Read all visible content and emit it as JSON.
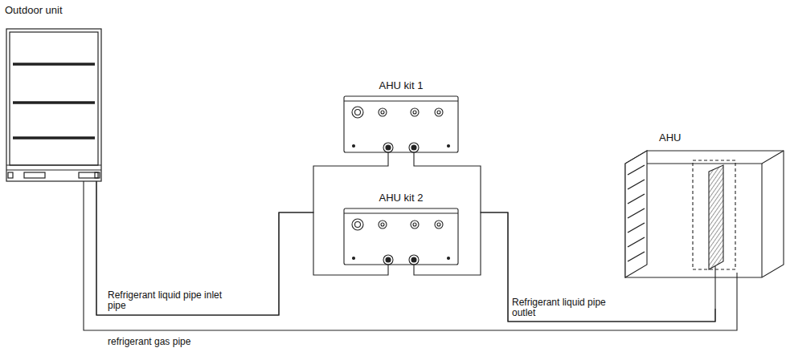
{
  "diagram": {
    "nodes": [
      {
        "text": [
          "Outdoor unit"
        ]
      },
      {
        "text": [
          "AHU kit 1"
        ]
      },
      {
        "text": [
          "AHU kit 2"
        ]
      },
      {
        "text": [
          "AHU"
        ]
      }
    ],
    "edges": [
      {
        "from": 0,
        "to": 1,
        "arrow": "none"
      },
      {
        "from": 0,
        "to": 2,
        "arrow": "none",
        "label": "Refrigerant liquid pipe inlet pipe"
      },
      {
        "from": 1,
        "to": 3,
        "arrow": "none"
      },
      {
        "from": 2,
        "to": 3,
        "arrow": "none",
        "label": "Refrigerant liquid pipe outlet"
      },
      {
        "from": 0,
        "to": 3,
        "arrow": "none",
        "label": "refrigerant gas pipe"
      }
    ]
  }
}
